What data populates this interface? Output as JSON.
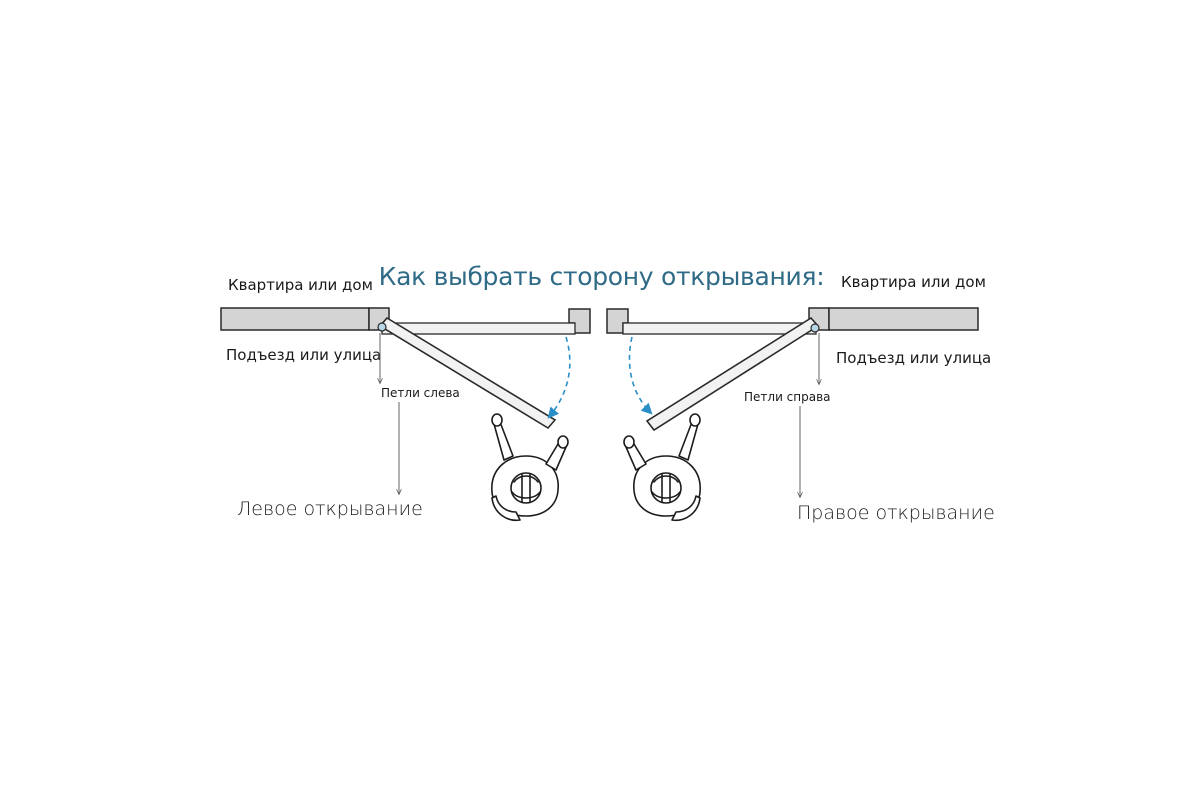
{
  "title": "Как выбрать сторону открывания:",
  "colors": {
    "title": "#2f6a86",
    "wall": "#d4d4d4",
    "door": "#f2f2f2",
    "stroke": "#2a2a2a",
    "arrow": "#2b8fc7"
  },
  "left": {
    "room_top": "Квартира или дом",
    "room_bottom": "Подъезд или улица",
    "hinge_label": "Петли слева",
    "opening_label": "Левое открывание"
  },
  "right": {
    "room_top": "Квартира или дом",
    "room_bottom": "Подъезд или улица",
    "hinge_label": "Петли справа",
    "opening_label": "Правое открывание"
  }
}
